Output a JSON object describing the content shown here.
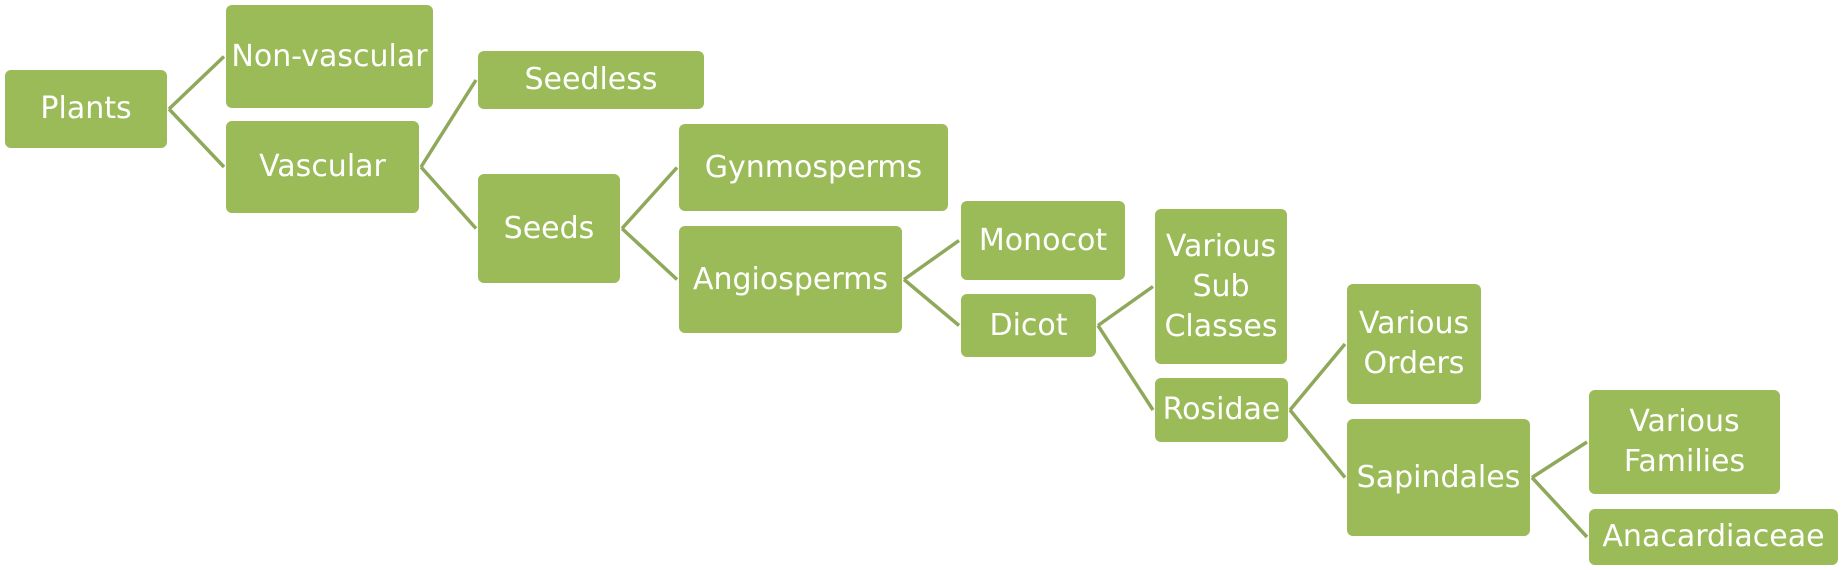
{
  "diagram": {
    "colors": {
      "node_fill": "#9bbb59",
      "node_text": "#ffffff",
      "connector": "#8fa85a"
    },
    "nodes": {
      "plants": "Plants",
      "non_vascular": "Non-vascular",
      "vascular": "Vascular",
      "seedless": "Seedless",
      "seeds": "Seeds",
      "gymnosperms": "Gynmosperms",
      "angiosperms": "Angiosperms",
      "monocot": "Monocot",
      "dicot": "Dicot",
      "various_sub_classes": "Various\nSub\nClasses",
      "rosidae": "Rosidae",
      "various_orders": "Various\nOrders",
      "sapindales": "Sapindales",
      "various_families": "Various\nFamilies",
      "anacardiaceae": "Anacardiaceae"
    },
    "edges": [
      [
        "plants",
        "non_vascular"
      ],
      [
        "plants",
        "vascular"
      ],
      [
        "vascular",
        "seedless"
      ],
      [
        "vascular",
        "seeds"
      ],
      [
        "seeds",
        "gymnosperms"
      ],
      [
        "seeds",
        "angiosperms"
      ],
      [
        "angiosperms",
        "monocot"
      ],
      [
        "angiosperms",
        "dicot"
      ],
      [
        "dicot",
        "various_sub_classes"
      ],
      [
        "dicot",
        "rosidae"
      ],
      [
        "rosidae",
        "various_orders"
      ],
      [
        "rosidae",
        "sapindales"
      ],
      [
        "sapindales",
        "various_families"
      ],
      [
        "sapindales",
        "anacardiaceae"
      ]
    ]
  }
}
